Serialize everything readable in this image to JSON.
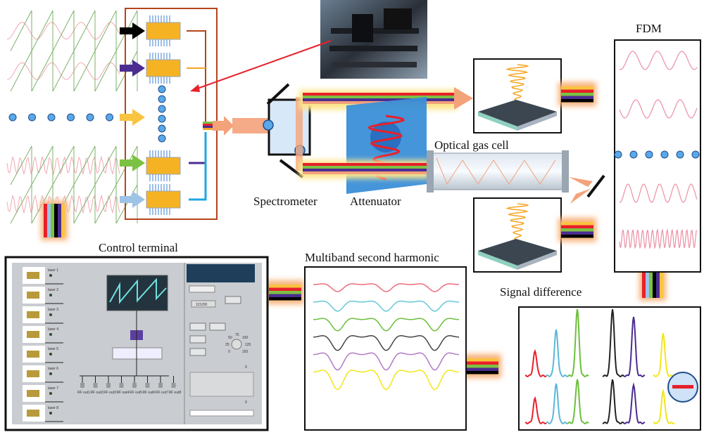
{
  "labels": {
    "fdm": "FDM",
    "optical_gas_cell": "Optical gas cell",
    "spectrometer": "Spectrometer",
    "attenuator": "Attenuator",
    "control_terminal": "Control terminal",
    "multiband_second_harmonic": "Multiband second harmonic",
    "signal_difference": "Signal difference"
  },
  "control_panel": {
    "lasers": [
      "laser 1",
      "laser 2",
      "laser 3",
      "laser 4",
      "laser 5",
      "laser 6",
      "laser 7",
      "laser 8"
    ],
    "rf_outputs": [
      "RF out1",
      "RF out2",
      "RF out3",
      "RF out4",
      "RF out5",
      "RF out6",
      "RF out7",
      "RF out8"
    ],
    "baud_rate": "115200",
    "count_1": "0",
    "count_2": "0",
    "knob_ticks": [
      "0",
      "25",
      "50",
      "75",
      "100",
      "125",
      "150"
    ]
  },
  "colors": {
    "laser_box": "#b5451b",
    "channel_colors": [
      "#e8202a",
      "#5bb8d8",
      "#6cbf3c",
      "#222222",
      "#4b2c91",
      "#f3e61a"
    ],
    "arrow_glow": "#f7b37a",
    "attenuator": "#3a8fd8"
  }
}
